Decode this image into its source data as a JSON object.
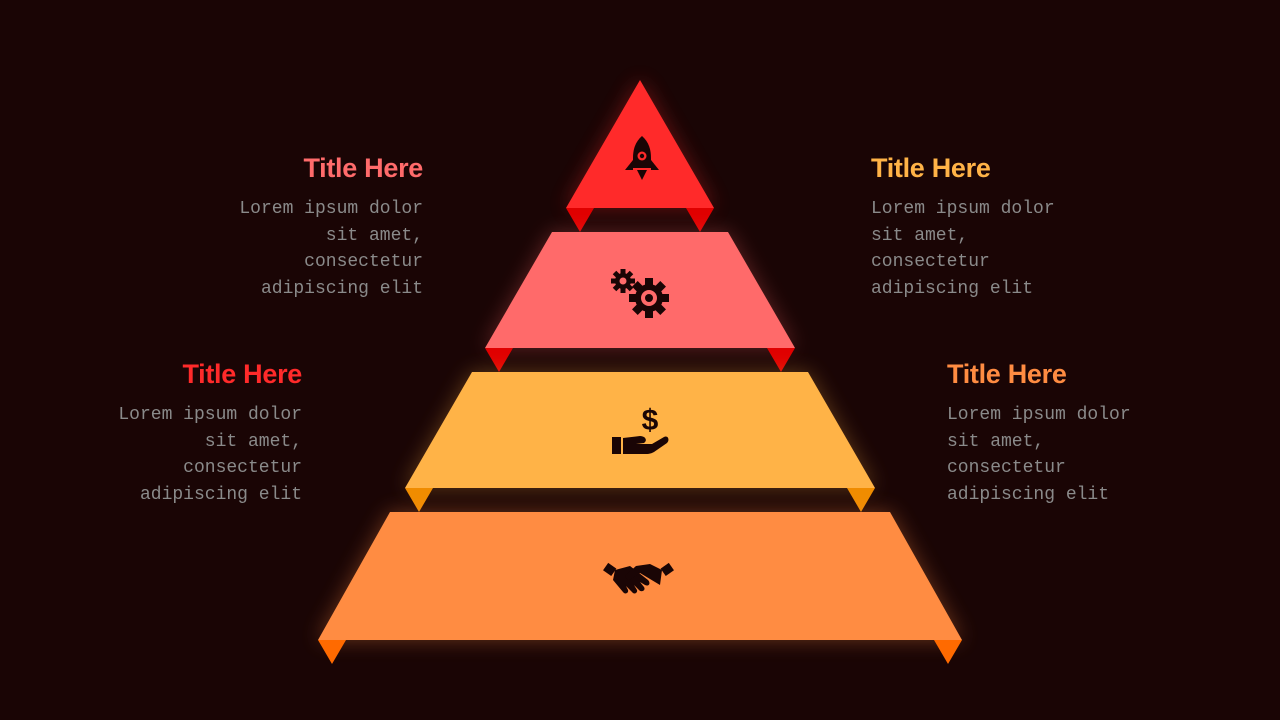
{
  "colors": {
    "background": "#1a0505",
    "tier1": "#ff2a2a",
    "tier2": "#ff6a6a",
    "tier3": "#ffb347",
    "tier4": "#ff8c42",
    "body_text": "#8a8a8a"
  },
  "tiers": [
    {
      "icon": "rocket-icon",
      "color": "#ff2a2a",
      "fold_color": "#e00000"
    },
    {
      "icon": "gears-icon",
      "color": "#ff6a6a",
      "fold_color": "#e00000"
    },
    {
      "icon": "hand-dollar-icon",
      "color": "#ffb347",
      "fold_color": "#f08c00"
    },
    {
      "icon": "handshake-icon",
      "color": "#ff8c42",
      "fold_color": "#ff6a00"
    }
  ],
  "labels": {
    "top_left": {
      "title": "Title Here",
      "body": "Lorem ipsum dolor\nsit amet,\nconsectetur\nadipiscing elit",
      "title_color": "#ff6b6b"
    },
    "top_right": {
      "title": "Title Here",
      "body": "Lorem ipsum dolor\nsit amet,\nconsectetur\nadipiscing elit",
      "title_color": "#ffb347"
    },
    "bottom_left": {
      "title": "Title Here",
      "body": "Lorem ipsum dolor\nsit amet,\nconsectetur\nadipiscing elit",
      "title_color": "#ff2a2a"
    },
    "bottom_right": {
      "title": "Title Here",
      "body": "Lorem ipsum dolor\nsit amet,\nconsectetur\nadipiscing elit",
      "title_color": "#ff8c42"
    }
  }
}
